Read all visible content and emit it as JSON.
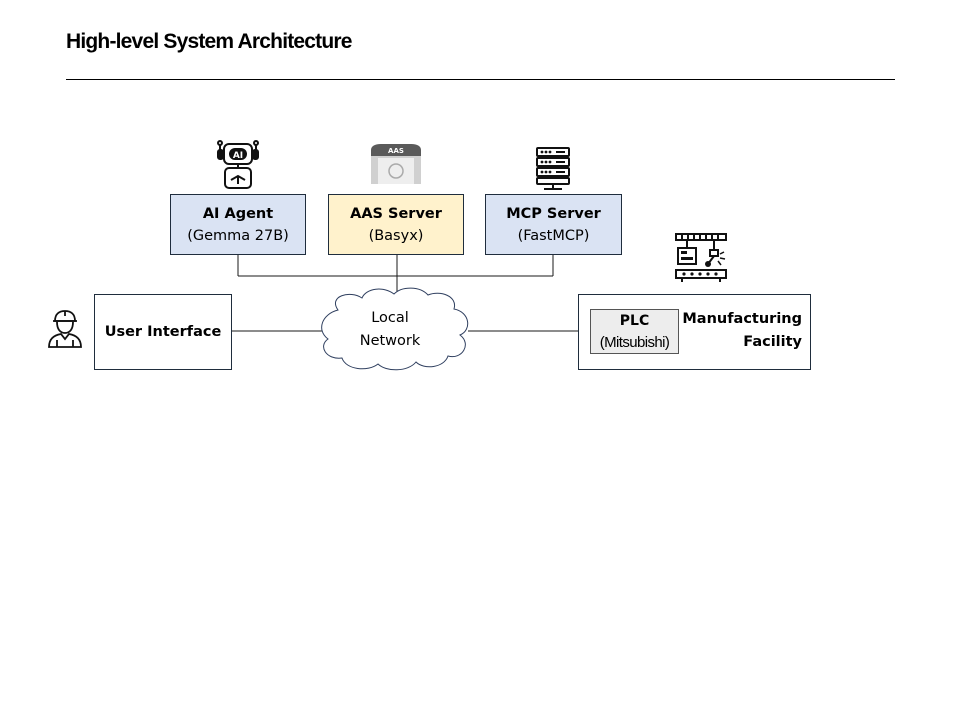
{
  "slide": {
    "title": "High-level System Architecture"
  },
  "nodes": {
    "ai_agent": {
      "name": "AI Agent",
      "detail": "(Gemma 27B)"
    },
    "aas_server": {
      "name": "AAS Server",
      "detail": "(Basyx)",
      "icon_badge": "AAS"
    },
    "mcp_server": {
      "name": "MCP Server",
      "detail": "(FastMCP)"
    },
    "user_interface": {
      "name": "User Interface"
    },
    "network": {
      "line1": "Local",
      "line2": "Network"
    },
    "plc": {
      "name": "PLC",
      "detail": "(Mitsubishi)"
    },
    "facility": {
      "line1": "Manufacturing",
      "line2": "Facility"
    }
  },
  "icons": {
    "ai_agent": "robot-icon",
    "ai_badge": "AI",
    "aas_server": "aas-document-icon",
    "mcp_server": "server-rack-icon",
    "user": "worker-icon",
    "facility": "factory-machine-icon"
  },
  "colors": {
    "ai_agent_fill": "#dae3f3",
    "aas_server_fill": "#fff2cc",
    "mcp_server_fill": "#dae3f3",
    "border": "#1f2d3d"
  }
}
